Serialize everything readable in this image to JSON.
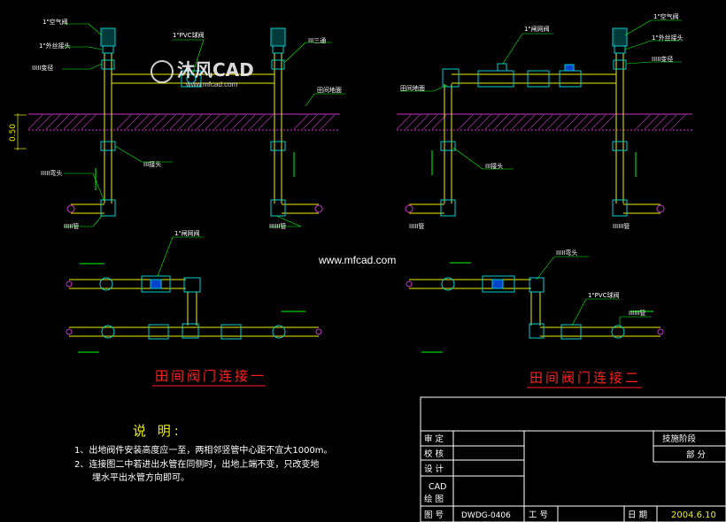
{
  "labels": {
    "air_valve": "1\"空气阀",
    "outlet_joint": "1\"外丝接头",
    "reducer": "IIIII变径",
    "pvc_ball": "1\"PVC球阀",
    "tee": "III三通",
    "field_pipe": "田间地面",
    "joint": "III接头",
    "elbow": "IIIII弯头",
    "pipe": "IIIII管",
    "mesh": "1\"闸网阀",
    "elbow2": "IIIII弯头",
    "pvc_ball2": "1\"PVC球阀",
    "pipe2": "IIIIII管"
  },
  "dimension": "0.50",
  "watermark": {
    "logo": "沐风CAD",
    "sub": "www.mfcad.com",
    "url": "www.mfcad.com"
  },
  "titles": {
    "one": "田间阀门连接一",
    "two": "田间阀门连接二"
  },
  "notes": {
    "heading": "说 明:",
    "item1": "1、出地阀件安装高度应一至，两相邻竖管中心距不宜大1000m。",
    "item2a": "2、连接图二中若进出水管在同侧时，出地上端不变，只改变地",
    "item2b": "埋水平出水管方向即可。"
  },
  "title_block": {
    "review": "审 定",
    "check": "校 核",
    "design": "设 计",
    "cad1": "CAD",
    "cad2": "绘 图",
    "drawing_no_label": "图 号",
    "drawing_no": "DWDG-0406",
    "job_no_label": "工 号",
    "date_label": "日 期",
    "date": "2004.6.10",
    "stage": "技施阶段",
    "part": "部 分"
  },
  "colors": {
    "pipe": "#f0f000",
    "fitting": "#00d0d0",
    "ground": "#cc33cc",
    "arrow": "#00ff00",
    "title": "#ff2020",
    "leader": "#00ff00"
  }
}
